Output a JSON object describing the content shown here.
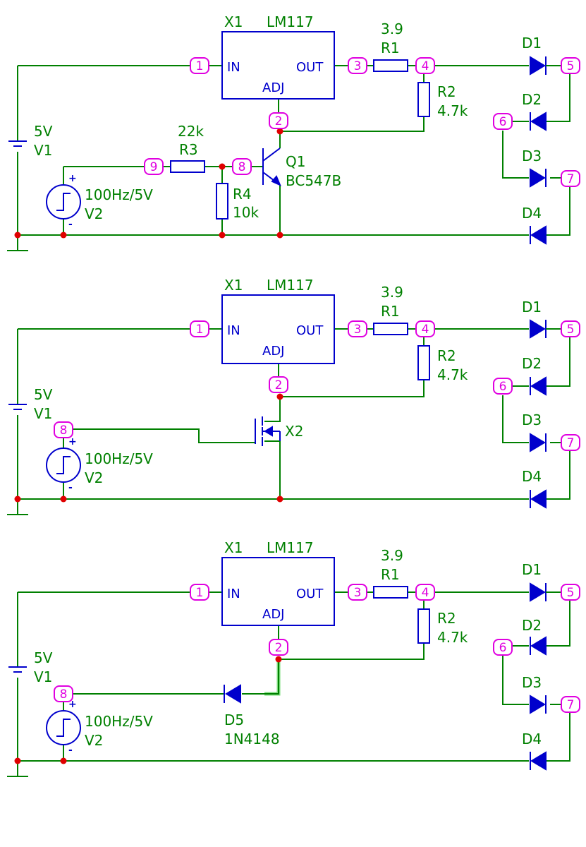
{
  "circuit1": {
    "regulator": {
      "ref": "X1",
      "part": "LM117",
      "pin_in": "IN",
      "pin_out": "OUT",
      "pin_adj": "ADJ"
    },
    "r1": {
      "ref": "R1",
      "value": "3.9"
    },
    "r2": {
      "ref": "R2",
      "value": "4.7k"
    },
    "r3": {
      "ref": "R3",
      "value": "22k"
    },
    "r4": {
      "ref": "R4",
      "value": "10k"
    },
    "q1": {
      "ref": "Q1",
      "part": "BC547B"
    },
    "v1": {
      "value": "5V",
      "ref": "V1"
    },
    "v2": {
      "value": "100Hz/5V",
      "ref": "V2"
    },
    "diodes": [
      "D1",
      "D2",
      "D3",
      "D4"
    ],
    "nodes": [
      "1",
      "2",
      "3",
      "4",
      "5",
      "6",
      "7",
      "8",
      "9"
    ]
  },
  "circuit2": {
    "regulator": {
      "ref": "X1",
      "part": "LM117",
      "pin_in": "IN",
      "pin_out": "OUT",
      "pin_adj": "ADJ"
    },
    "r1": {
      "ref": "R1",
      "value": "3.9"
    },
    "r2": {
      "ref": "R2",
      "value": "4.7k"
    },
    "x2": {
      "ref": "X2"
    },
    "v1": {
      "value": "5V",
      "ref": "V1"
    },
    "v2": {
      "value": "100Hz/5V",
      "ref": "V2"
    },
    "diodes": [
      "D1",
      "D2",
      "D3",
      "D4"
    ],
    "nodes": [
      "1",
      "2",
      "3",
      "4",
      "5",
      "6",
      "7",
      "8"
    ]
  },
  "circuit3": {
    "regulator": {
      "ref": "X1",
      "part": "LM117",
      "pin_in": "IN",
      "pin_out": "OUT",
      "pin_adj": "ADJ"
    },
    "r1": {
      "ref": "R1",
      "value": "3.9"
    },
    "r2": {
      "ref": "R2",
      "value": "4.7k"
    },
    "d5": {
      "ref": "D5",
      "part": "1N4148"
    },
    "v1": {
      "value": "5V",
      "ref": "V1"
    },
    "v2": {
      "value": "100Hz/5V",
      "ref": "V2"
    },
    "diodes": [
      "D1",
      "D2",
      "D3",
      "D4"
    ],
    "nodes": [
      "1",
      "2",
      "3",
      "4",
      "5",
      "6",
      "7",
      "8"
    ]
  },
  "colors": {
    "wire": "#008000",
    "component": "#0000cc",
    "node": "#e000e0",
    "junction": "#e00000"
  }
}
